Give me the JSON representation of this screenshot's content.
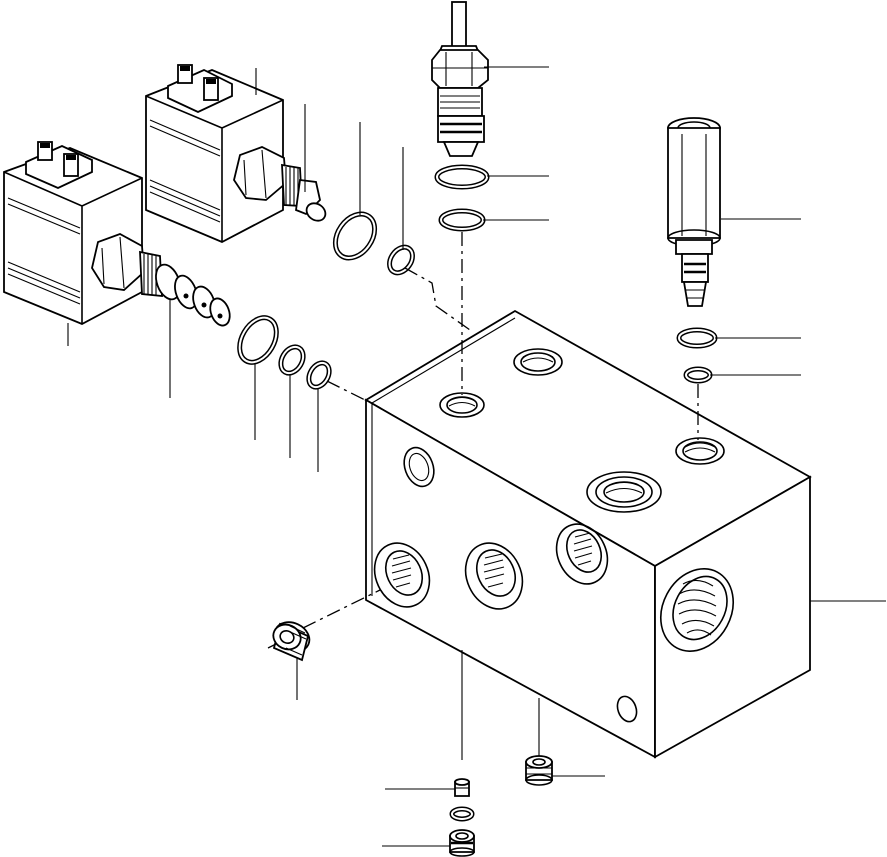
{
  "diagram": {
    "description_visible_text": [],
    "components": [
      {
        "id": "valve-block",
        "icon": "manifold-block-icon"
      },
      {
        "id": "solenoid-upper",
        "icon": "solenoid-coil-icon"
      },
      {
        "id": "solenoid-lower",
        "icon": "solenoid-coil-icon"
      },
      {
        "id": "cartridge-top",
        "icon": "cartridge-valve-icon"
      },
      {
        "id": "relief-valve-right",
        "icon": "relief-valve-icon"
      },
      {
        "id": "plug-front",
        "icon": "plug-icon"
      },
      {
        "id": "plug-bottom",
        "icon": "plug-icon"
      },
      {
        "id": "screw-bottom",
        "icon": "screw-icon"
      }
    ],
    "colors": {
      "line": "#000000",
      "background": "#ffffff"
    }
  }
}
